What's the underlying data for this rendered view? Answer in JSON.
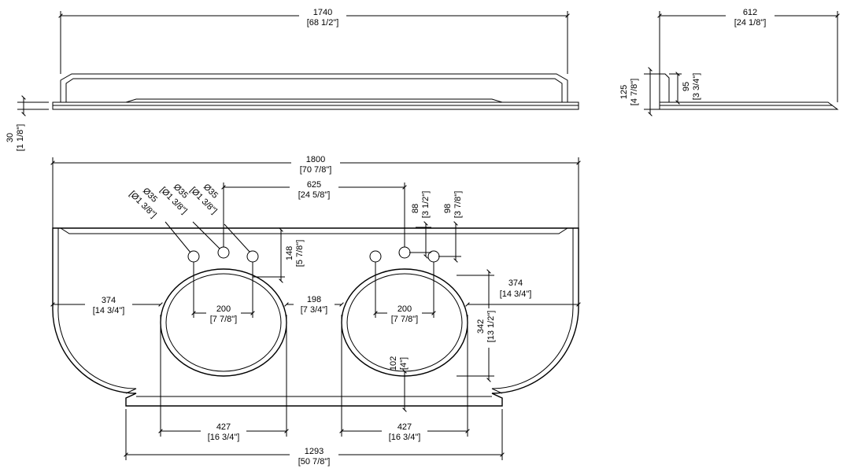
{
  "front_elevation": {
    "width_mm": "1740",
    "width_in": "[68 1/2\"]",
    "thickness_mm": "30",
    "thickness_in": "[1 1/8\"]"
  },
  "side_elevation": {
    "depth_mm": "612",
    "depth_in": "[24 1/8\"]",
    "total_height_mm": "125",
    "total_height_in": "[4 7/8\"]",
    "backsplash_mm": "95",
    "backsplash_in": "[3 3/4\"]"
  },
  "plan_view": {
    "overall_width_mm": "1800",
    "overall_width_in": "[70 7/8\"]",
    "faucet_spacing_mm": "625",
    "faucet_spacing_in": "[24 5/8\"]",
    "hole_labels": [
      {
        "mm": "Ø35",
        "in": "[Ø1 3/8\"]"
      },
      {
        "mm": "Ø35",
        "in": "[Ø1 3/8\"]"
      },
      {
        "mm": "Ø35",
        "in": "[Ø1 3/8\"]"
      }
    ],
    "hole_offset_a_mm": "88",
    "hole_offset_a_in": "[3 1/2\"]",
    "hole_offset_b_mm": "98",
    "hole_offset_b_in": "[3 7/8\"]",
    "hole_to_bowl_mm": "148",
    "hole_to_bowl_in": "[5 7/8\"]",
    "left_edge_mm": "374",
    "left_edge_in": "[14 3/4\"]",
    "right_edge_mm": "374",
    "right_edge_in": "[14 3/4\"]",
    "bowl_gap_mm": "198",
    "bowl_gap_in": "[7 3/4\"]",
    "left_faucet_spread_mm": "200",
    "left_faucet_spread_in": "[7 7/8\"]",
    "right_faucet_spread_mm": "200",
    "right_faucet_spread_in": "[7 7/8\"]",
    "bowl_depth_mm": "342",
    "bowl_depth_in": "[13 1/2\"]",
    "bowl_front_mm": "102",
    "bowl_front_in": "[4\"]",
    "left_bowl_width_mm": "427",
    "left_bowl_width_in": "[16 3/4\"]",
    "right_bowl_width_mm": "427",
    "right_bowl_width_in": "[16 3/4\"]",
    "front_width_mm": "1293",
    "front_width_in": "[50 7/8\"]"
  }
}
